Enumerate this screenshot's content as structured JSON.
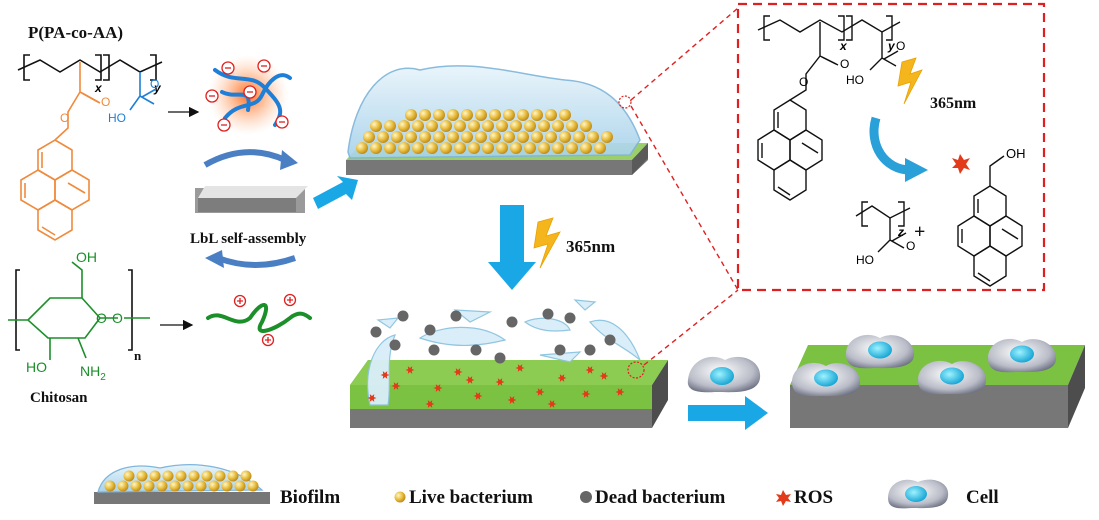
{
  "polymer_top": {
    "name": "P(PA-co-AA)",
    "sub_x": "x",
    "sub_y": "y",
    "atom_O": "O",
    "atom_HO": "HO",
    "atom_O2": "O"
  },
  "polymer_bottom": {
    "name": "Chitosan",
    "atom_OH": "OH",
    "atom_HO": "HO",
    "atom_NH2": "NH",
    "atom_NH2_sub": "2",
    "atom_O": "O",
    "sub_n": "n"
  },
  "process": {
    "lbl_lbl": "LbL self-assembly",
    "light_1": "365nm"
  },
  "inset": {
    "light": "365nm",
    "sub_x": "x",
    "sub_y": "y",
    "sub_z": "z",
    "atom_O": "O",
    "atom_HO": "HO",
    "atom_O2": "O",
    "atom_HO2": "HO",
    "atom_O3": "O",
    "atom_OH": "OH",
    "plus": "+"
  },
  "legend": {
    "biofilm": "Biofilm",
    "live": "Live bacterium",
    "dead": "Dead bacterium",
    "ros": "ROS",
    "cell": "Cell"
  },
  "colors": {
    "orange_polymer": "#f08a3c",
    "blue_polymer": "#1f7fd6",
    "green_chitosan": "#1b8f2a",
    "arrow_blue": "#1aa7e6",
    "surface_green": "#7cc242",
    "dashed_red": "#e02020",
    "live_bacterium": "#e6b93a",
    "dead_bacterium": "#666666",
    "ros": "#e23a1a"
  }
}
